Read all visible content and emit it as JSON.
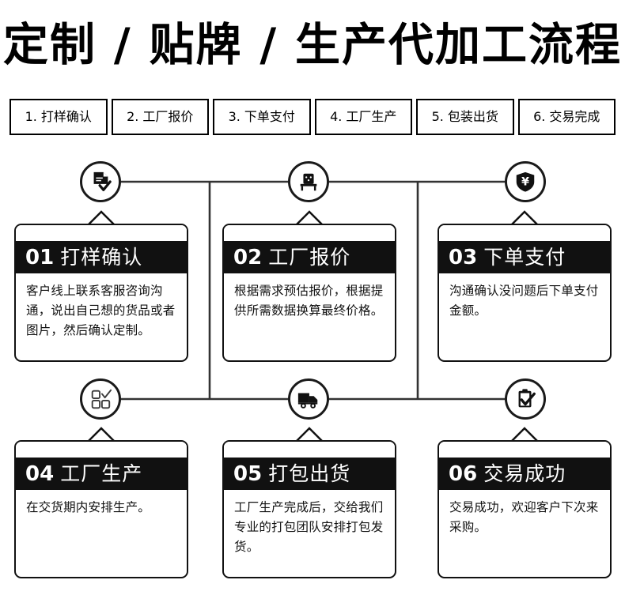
{
  "title": "定制 / 贴牌 / 生产代加工流程",
  "steps": [
    {
      "label": "1. 打样确认"
    },
    {
      "label": "2. 工厂报价"
    },
    {
      "label": "3. 下单支付"
    },
    {
      "label": "4. 工厂生产"
    },
    {
      "label": "5. 包装出货"
    },
    {
      "label": "6. 交易完成"
    }
  ],
  "cards": [
    {
      "num": "01",
      "heading": "打样确认",
      "body": "客户线上联系客服咨询沟通，说出自己想的货品或者图片，然后确认定制。",
      "icon": "document-check-icon"
    },
    {
      "num": "02",
      "heading": "工厂报价",
      "body": "根据需求预估报价，根据提供所需数据换算最终价格。",
      "icon": "factory-building-icon"
    },
    {
      "num": "03",
      "heading": "下单支付",
      "body": "沟通确认没问题后下单支付金额。",
      "icon": "shield-yuan-icon"
    },
    {
      "num": "04",
      "heading": "工厂生产",
      "body": "在交货期内安排生产。",
      "icon": "squares-check-icon"
    },
    {
      "num": "05",
      "heading": "打包出货",
      "body": "工厂生产完成后，交给我们专业的打包团队安排打包发货。",
      "icon": "delivery-truck-icon"
    },
    {
      "num": "06",
      "heading": "交易成功",
      "body": "交易成功，欢迎客户下次来采购。",
      "icon": "clipboard-check-icon"
    }
  ],
  "colors": {
    "ink": "#000000",
    "header_band": "#111111",
    "page_background": "#ffffff",
    "connector_line": "#333333"
  }
}
